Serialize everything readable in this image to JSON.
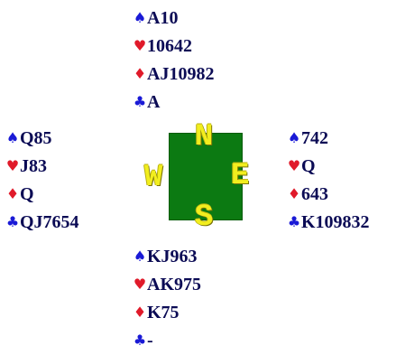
{
  "hands": {
    "north": {
      "spades": "A10",
      "hearts": "10642",
      "diamonds": "AJ10982",
      "clubs": "A"
    },
    "west": {
      "spades": "Q85",
      "hearts": "J83",
      "diamonds": "Q",
      "clubs": "QJ7654"
    },
    "east": {
      "spades": "742",
      "hearts": "Q",
      "diamonds": "643",
      "clubs": "K109832"
    },
    "south": {
      "spades": "KJ963",
      "hearts": "AK975",
      "diamonds": "K75",
      "clubs": "-"
    }
  },
  "suit_symbols": {
    "spades": "♠",
    "hearts": "♥",
    "diamonds": "♦",
    "clubs": "♣"
  },
  "compass": {
    "north": "N",
    "west": "W",
    "east": "E",
    "south": "S"
  },
  "colors": {
    "card_text": "#0b0b55",
    "black_suits": "#1a1ad6",
    "red_suits": "#e01a2a",
    "compass_square": "#0c7a12",
    "compass_letters": "#f2ee1e"
  }
}
